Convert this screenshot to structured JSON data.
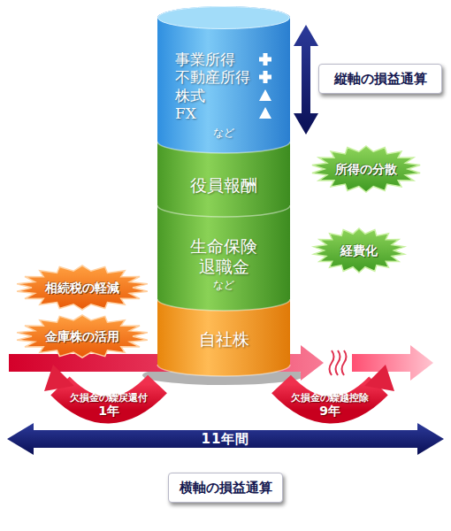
{
  "diagram": {
    "nodes": [
      {
        "text": [
          "事業所得",
          "不動産所得",
          "株式",
          "FX",
          "など"
        ]
      },
      {
        "text": [
          "縦軸の損益通算"
        ]
      },
      {
        "text": [
          "役員報酬"
        ]
      },
      {
        "text": [
          "所得の分散"
        ]
      },
      {
        "text": [
          "生命保険 退職金",
          "など"
        ]
      },
      {
        "text": [
          "経費化"
        ]
      },
      {
        "text": [
          "相続税の軽減"
        ]
      },
      {
        "text": [
          "金庫株の活用"
        ]
      },
      {
        "text": [
          "自社株"
        ]
      },
      {
        "text": [
          "欠損金の繰戻還付",
          "1年"
        ]
      },
      {
        "text": [
          "欠損金の繰越控除",
          "9年"
        ]
      },
      {
        "text": [
          "11年間"
        ]
      },
      {
        "text": [
          "横軸の損益通算"
        ]
      }
    ]
  }
}
